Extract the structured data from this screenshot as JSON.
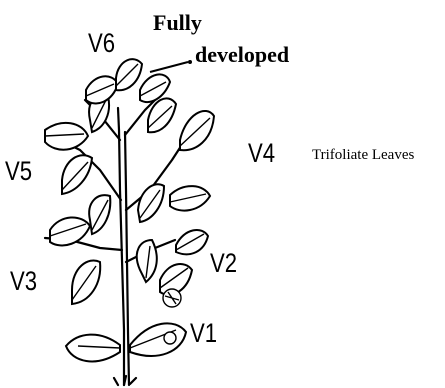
{
  "labels": {
    "v1": "V1",
    "v2": "V2",
    "v3": "V3",
    "v4": "V4",
    "v5": "V5",
    "v6": "V6",
    "fully": "Fully",
    "developed": "developed",
    "side_caption": "Trifoliate Leaves"
  },
  "colors": {
    "ink": "#000000",
    "background": "#ffffff"
  }
}
